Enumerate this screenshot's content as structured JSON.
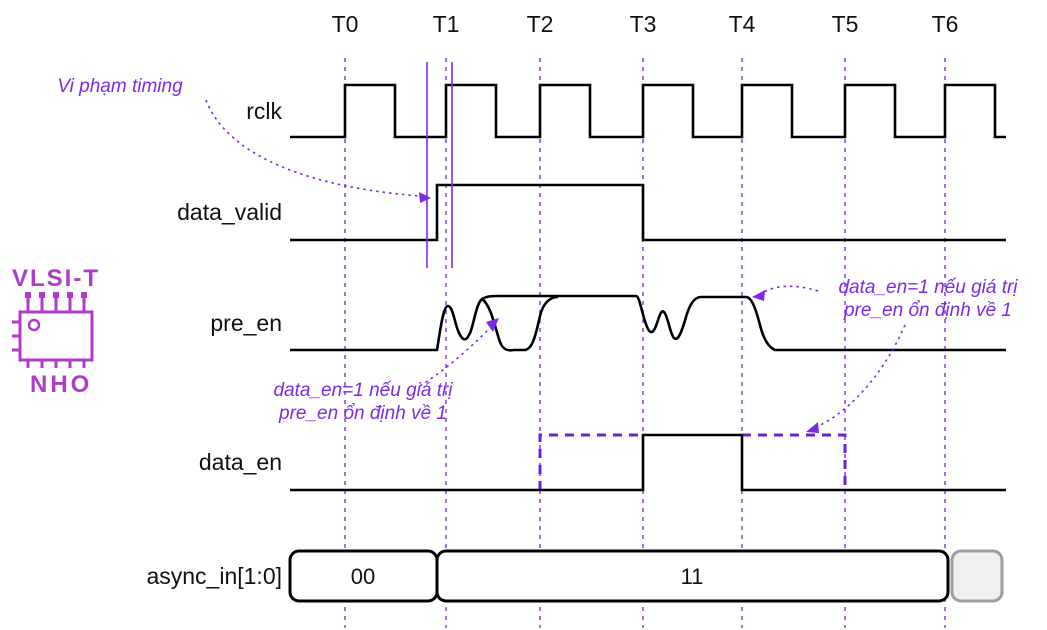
{
  "colors": {
    "signal": "#000000",
    "accent": "#7D2AE8",
    "logo": "#B03BC9",
    "bus_empty_border": "#9E9E9E",
    "bus_empty_fill": "#F0F0F0"
  },
  "timeline": {
    "ticks": [
      "T0",
      "T1",
      "T2",
      "T3",
      "T4",
      "T5",
      "T6"
    ]
  },
  "signals": {
    "rclk": "rclk",
    "data_valid": "data_valid",
    "pre_en": "pre_en",
    "data_en": "data_en",
    "async_in": "async_in[1:0]"
  },
  "bus": {
    "value_0": "00",
    "value_1": "11"
  },
  "annotations": {
    "violation": "Vi phạm timing",
    "note_left_line1": "data_en=1 nếu giá trị",
    "note_left_line2": "pre_en ổn định về 1",
    "note_right_line1": "data_en=1 nếu giá trị",
    "note_right_line2": "pre_en ổn định về 1"
  },
  "logo": {
    "title": "VLSI-T",
    "subtitle": "NHO"
  }
}
